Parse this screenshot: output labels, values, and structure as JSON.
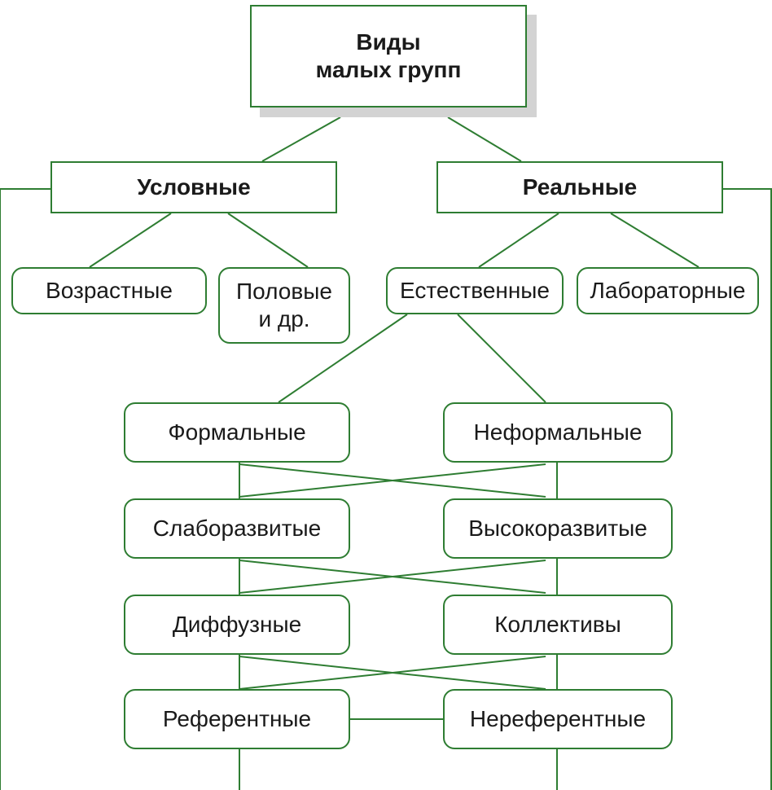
{
  "colors": {
    "line": "#2e7d32",
    "shadow": "#d3d3d3",
    "text": "#1a1a1a"
  },
  "root": {
    "label": "Виды\nмалых групп"
  },
  "categories": {
    "conditional": "Условные",
    "real": "Реальные"
  },
  "conditional_types": {
    "age": "Возрастные",
    "gender": "Половые\nи др."
  },
  "real_types": {
    "natural": "Естественные",
    "laboratory": "Лабораторные"
  },
  "pairs": [
    {
      "left": "Формальные",
      "right": "Неформальные"
    },
    {
      "left": "Слаборазвитые",
      "right": "Высокоразвитые"
    },
    {
      "left": "Диффузные",
      "right": "Коллективы"
    },
    {
      "left": "Референтные",
      "right": "Нереферентные"
    }
  ]
}
